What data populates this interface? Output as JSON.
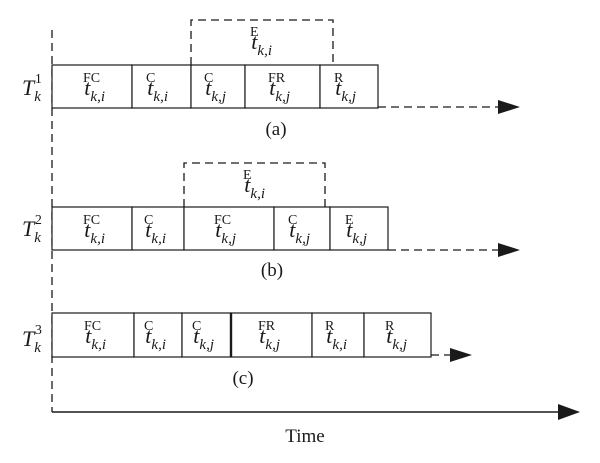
{
  "rows": [
    {
      "id": "a",
      "caption": "(a)",
      "label": {
        "base": "T",
        "sup": "1",
        "sub": "k"
      },
      "cells": [
        {
          "base": "t",
          "sub": "k,i",
          "sup": "FC"
        },
        {
          "base": "t",
          "sub": "k,i",
          "sup": "C"
        },
        {
          "base": "t",
          "sub": "k,j",
          "sup": "C"
        },
        {
          "base": "t",
          "sub": "k,j",
          "sup": "FR"
        },
        {
          "base": "t",
          "sub": "k,j",
          "sup": "R"
        }
      ],
      "bracket": {
        "base": "t",
        "sub": "k,i",
        "sup": "E"
      }
    },
    {
      "id": "b",
      "caption": "(b)",
      "label": {
        "base": "T",
        "sup": "2",
        "sub": "k"
      },
      "cells": [
        {
          "base": "t",
          "sub": "k,i",
          "sup": "FC"
        },
        {
          "base": "t",
          "sub": "k,i",
          "sup": "C"
        },
        {
          "base": "t",
          "sub": "k,j",
          "sup": "FC"
        },
        {
          "base": "t",
          "sub": "k,j",
          "sup": "C"
        },
        {
          "base": "t",
          "sub": "k,j",
          "sup": "E"
        }
      ],
      "bracket": {
        "base": "t",
        "sub": "k,i",
        "sup": "E"
      }
    },
    {
      "id": "c",
      "caption": "(c)",
      "label": {
        "base": "T",
        "sup": "3",
        "sub": "k"
      },
      "cells": [
        {
          "base": "t",
          "sub": "k,i",
          "sup": "FC"
        },
        {
          "base": "t",
          "sub": "k,i",
          "sup": "C"
        },
        {
          "base": "t",
          "sub": "k,j",
          "sup": "C"
        },
        {
          "base": "t",
          "sub": "k,j",
          "sup": "FR"
        },
        {
          "base": "t",
          "sub": "k,i",
          "sup": "R"
        },
        {
          "base": "t",
          "sub": "k,j",
          "sup": "R"
        }
      ],
      "bracket": null
    }
  ],
  "axis": {
    "label": "Time"
  }
}
